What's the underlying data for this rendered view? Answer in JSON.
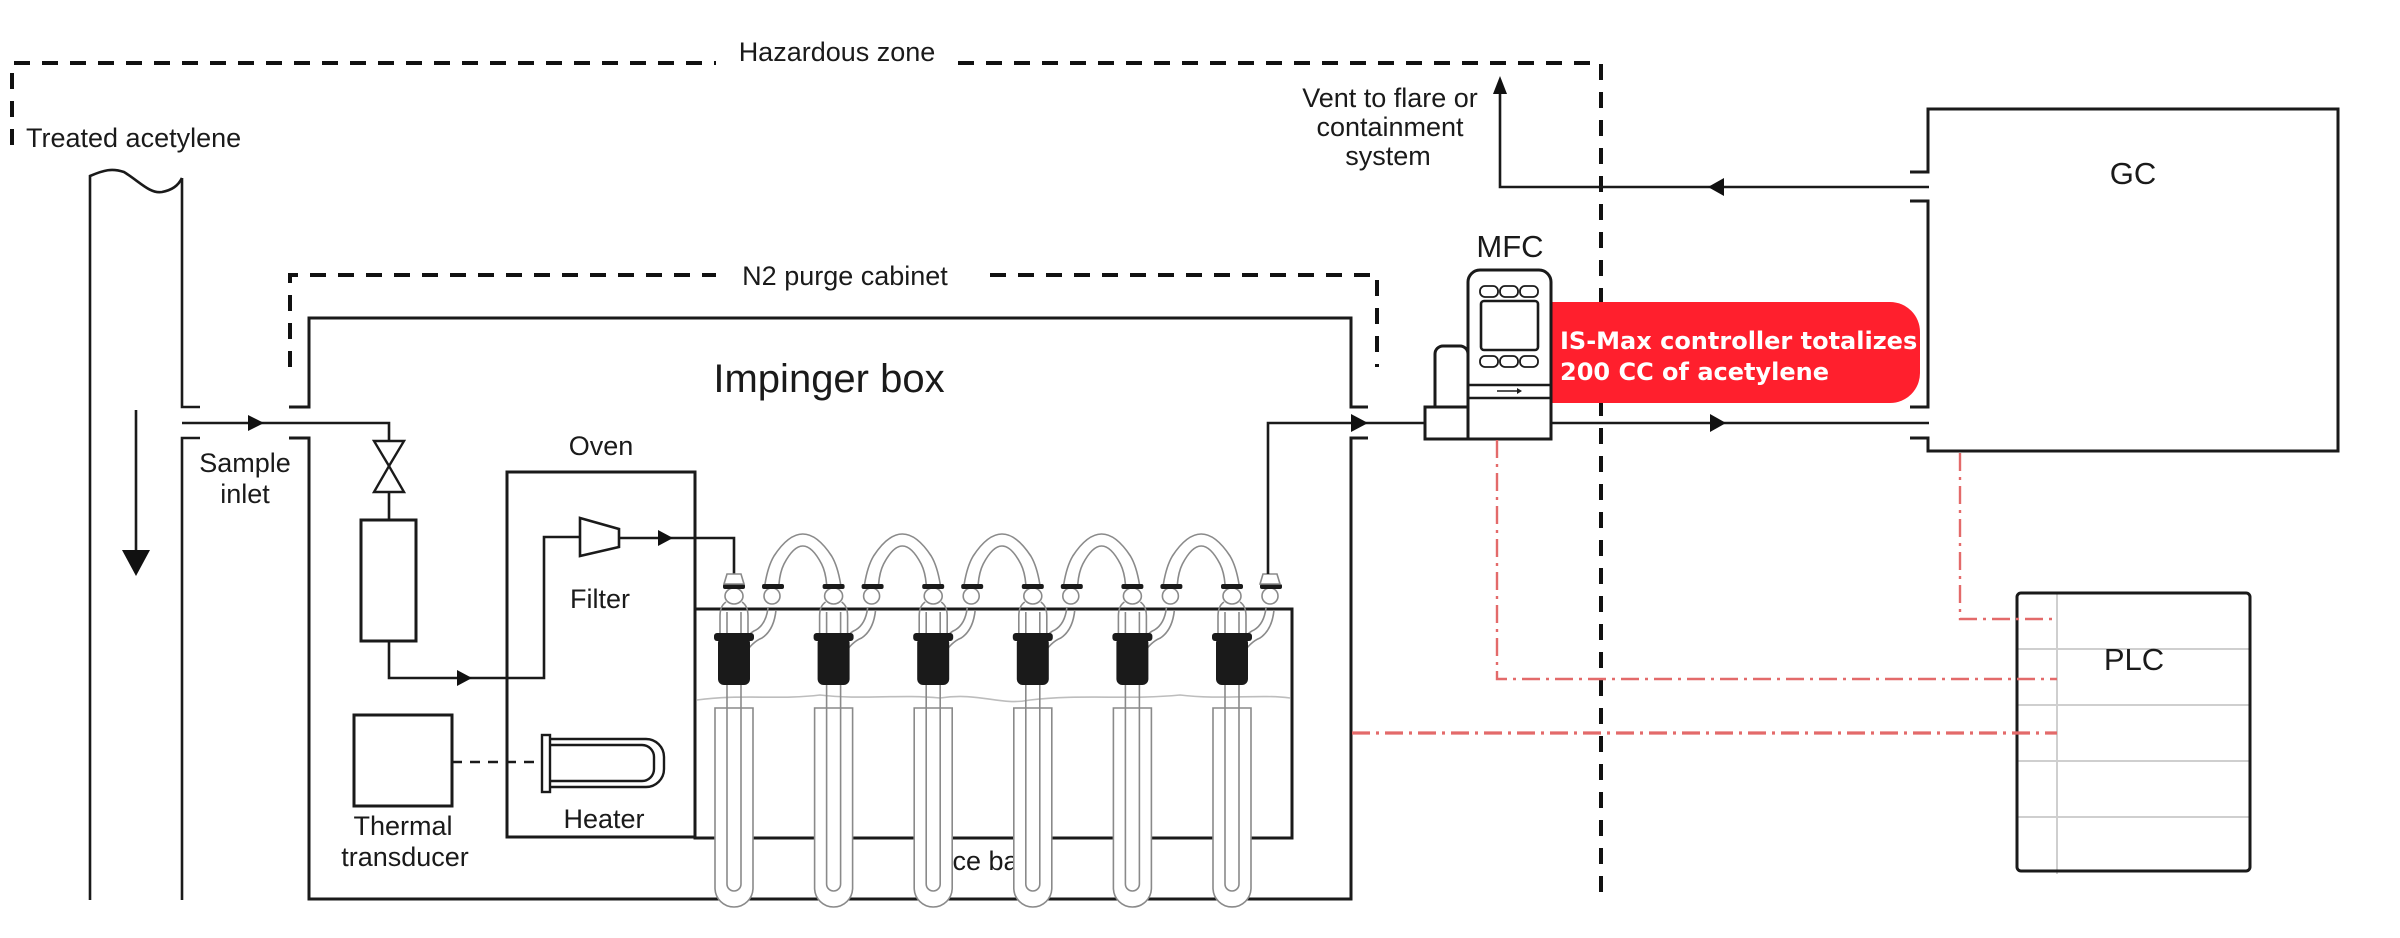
{
  "diagram": {
    "title": "Acetylene sampling system with impinger train",
    "zones": {
      "hazardous": "Hazardous zone",
      "n2_purge": "N2 purge cabinet"
    },
    "labels": {
      "treated_acetylene": "Treated acetylene",
      "sample_inlet_line1": "Sample",
      "sample_inlet_line2": "inlet",
      "impinger_box": "Impinger box",
      "oven": "Oven",
      "filter": "Filter",
      "heater": "Heater",
      "thermal_transducer_line1": "Thermal",
      "thermal_transducer_line2": "transducer",
      "ice_bath": "Ice bath",
      "mfc": "MFC",
      "gc": "GC",
      "plc": "PLC",
      "vent_line1": "Vent to flare or",
      "vent_line2": "containment",
      "vent_line3": "system"
    },
    "callout": {
      "line1": "IS-Max controller totalizes",
      "line2": "200 CC of acetylene",
      "color": "#ff1f2d"
    },
    "impinger_count": 6,
    "signal_line_color": "#e36a6a",
    "icons": {
      "valve": "needle-valve-icon",
      "filter": "filter-icon",
      "heater": "heater-element-icon",
      "mfc": "mass-flow-controller-icon",
      "impinger": "impinger-bottle-icon"
    }
  }
}
